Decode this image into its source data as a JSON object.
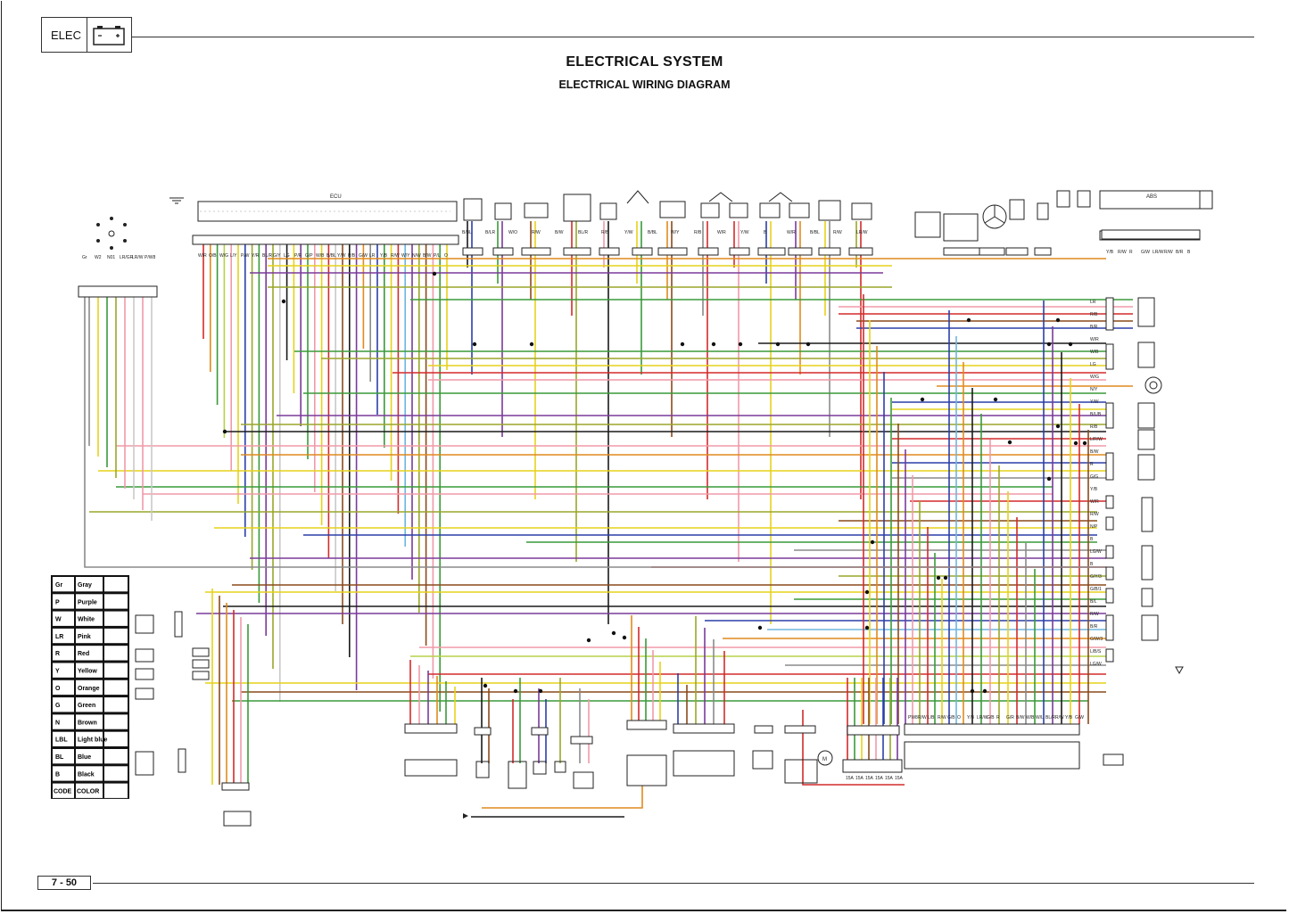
{
  "header": {
    "section_label": "ELEC",
    "section_icon": "battery-icon"
  },
  "title": "ELECTRICAL SYSTEM",
  "subtitle": "ELECTRICAL WIRING DIAGRAM",
  "footer": {
    "page_number": "7 - 50"
  },
  "ecu": {
    "label": "ECU"
  },
  "abs": {
    "label": "ABS"
  },
  "color_code_legend": {
    "header": [
      "CODE",
      "COLOR"
    ],
    "rows": [
      {
        "code": "B",
        "color": "Black"
      },
      {
        "code": "BL",
        "color": "Blue"
      },
      {
        "code": "LBL",
        "color": "Light blue"
      },
      {
        "code": "N",
        "color": "Brown"
      },
      {
        "code": "G",
        "color": "Green"
      },
      {
        "code": "O",
        "color": "Orange"
      },
      {
        "code": "Y",
        "color": "Yellow"
      },
      {
        "code": "R",
        "color": "Red"
      },
      {
        "code": "LR",
        "color": "Pink"
      },
      {
        "code": "W",
        "color": "White"
      },
      {
        "code": "P",
        "color": "Purple"
      },
      {
        "code": "Gr",
        "color": "Gray"
      }
    ]
  },
  "wire_colors": {
    "black": "#1a1a1a",
    "blue": "#2b3fa8",
    "light_blue": "#6fb6e0",
    "brown": "#8a4a1c",
    "green": "#3a9a3a",
    "orange": "#e08a1e",
    "yellow": "#e6d21a",
    "red": "#d42a2a",
    "pink": "#f09aa8",
    "white": "#c9c9c9",
    "purple": "#7a3a9a",
    "gray": "#8a8a8a",
    "olive": "#9aa62a",
    "lime": "#b6d24a"
  },
  "connector_labels": {
    "ecu_pins": [
      "W/R",
      "O/B",
      "W/G",
      "L/Y",
      "P/W",
      "Y/R",
      "BL/R",
      "G/Y",
      "LG",
      "P/R",
      "G/P",
      "W/B",
      "B/BL",
      "Y/W",
      "P/B",
      "G/W",
      "LR",
      "Y/B",
      "R/W",
      "W/Y",
      "N/W",
      "B/W",
      "P/L",
      "O"
    ],
    "top_sensor_pins": [
      "B/BL",
      "B/LR",
      "W/O",
      "R/W",
      "B/W",
      "BL/R",
      "R/B",
      "Y/W",
      "B/BL",
      "W/Y",
      "R/B",
      "W/R",
      "Y/W",
      "B",
      "W/R",
      "B/BL",
      "R/W",
      "LR/W"
    ],
    "right_side_wires": [
      "LR",
      "R/B",
      "B/R",
      "W/R",
      "W/B",
      "LG",
      "W/G",
      "N/Y",
      "Y/W",
      "B/L/B",
      "R/B",
      "L/R/W",
      "B/W",
      "R",
      "G/G",
      "Y/B",
      "W/R",
      "R/W",
      "N/P",
      "B",
      "LG/W",
      "B",
      "G/Y/3",
      "G/B/1",
      "B/L",
      "R/W",
      "B/R",
      "G/W/3",
      "L/B/S",
      "LG/W"
    ],
    "abs_pins": [
      "Y/B",
      "R/W",
      "R",
      "G/W",
      "LR/W",
      "R/W",
      "B/R",
      "B"
    ],
    "bottom_connector_pins": [
      "PW8",
      "R/W",
      "L/B",
      "R/W",
      "G/B",
      "O",
      "Y/B",
      "LR/W",
      "G/B",
      "R",
      "G/R",
      "B/W",
      "W/B",
      "W/L",
      "BL/R",
      "R/W",
      "Y/B",
      "G/W"
    ],
    "fuse_box_labels": [
      "15A",
      "15A",
      "15A",
      "15A",
      "15A",
      "15A"
    ],
    "position_sensor_pins": [
      "Gr",
      "W2",
      "N01",
      "LR/GR",
      "LR/W",
      "P/W8"
    ]
  }
}
